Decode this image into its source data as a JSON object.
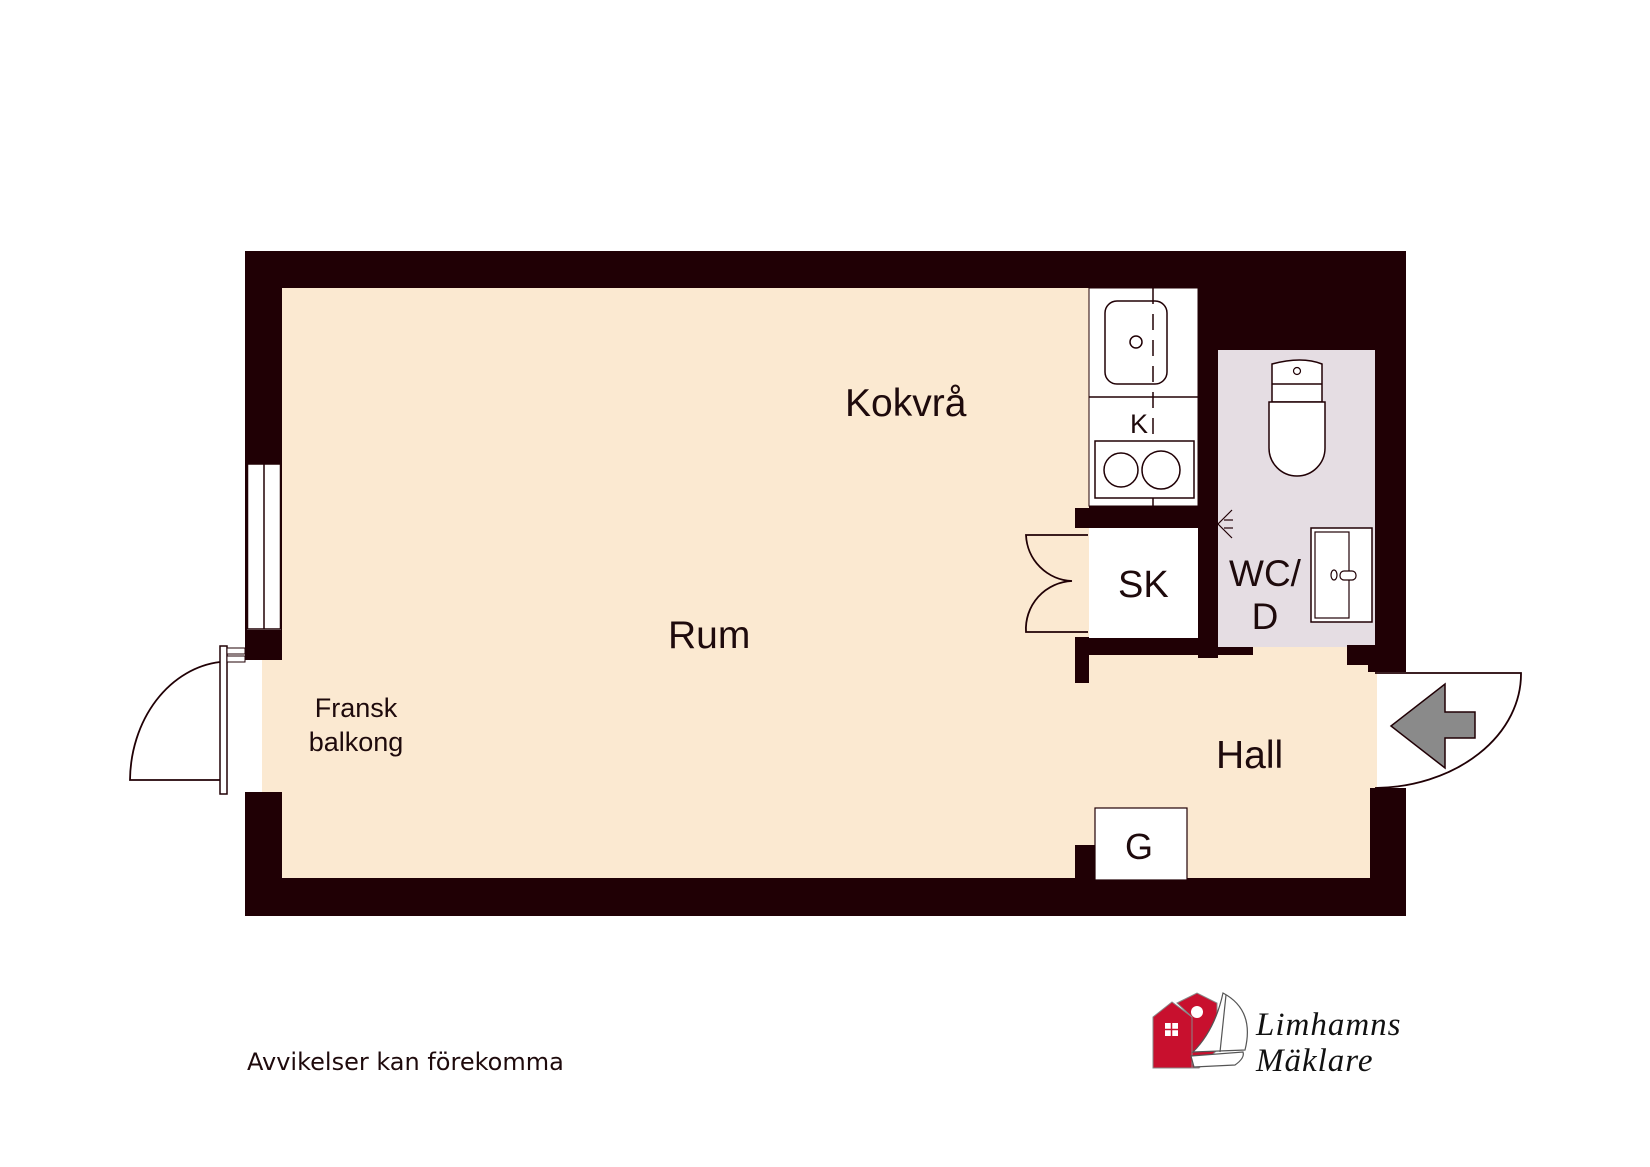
{
  "floorplan": {
    "rooms": {
      "kitchen": {
        "label": "Kokvrå"
      },
      "living": {
        "label": "Rum"
      },
      "balcony": {
        "label_line1": "Fransk",
        "label_line2": "balkong"
      },
      "hall": {
        "label": "Hall"
      },
      "wc": {
        "label_line1": "WC/",
        "label_line2": "D"
      },
      "closet": {
        "label": "SK"
      },
      "wardrobe": {
        "label": "G"
      },
      "fridge": {
        "label": "K"
      }
    },
    "colors": {
      "wall": "#200005",
      "floor": "#fbe9d1",
      "wc_floor": "#e5dde3",
      "fixture": "#ffffff",
      "entry_arrow": "#8a8a8a"
    },
    "icons": [
      "entry-arrow-icon",
      "door-swing-icon",
      "window-icon",
      "toilet-icon",
      "sink-icon",
      "stove-icon",
      "shower-light-icon"
    ]
  },
  "footer": {
    "disclaimer": "Avvikelser kan förekomma",
    "logo": {
      "line1": "Limhamns",
      "line2": "Mäklare",
      "brand_color": "#c8102e"
    }
  }
}
